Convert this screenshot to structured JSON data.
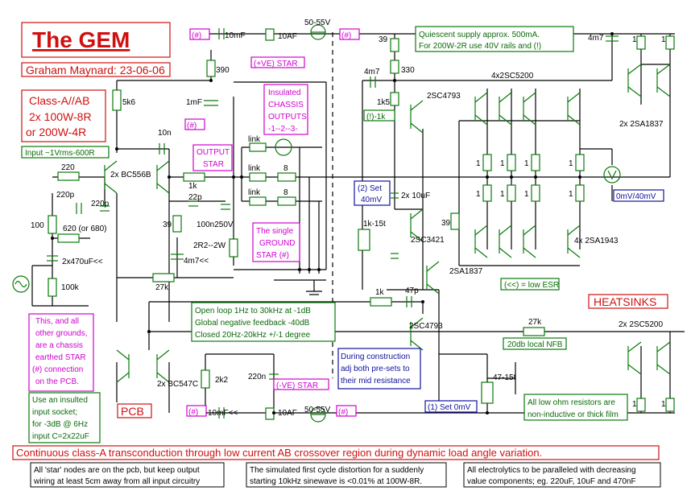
{
  "title": "The GEM",
  "author_line": "Graham Maynard: 23-06-06",
  "class_lines": [
    "Class-A//AB",
    "2x 100W-8R",
    "or 200W-4R"
  ],
  "input_note": "Input ~1Vrms-600R",
  "pcb_label": "PCB",
  "heatsinks_label": "HEATSINKS",
  "footer_banner": "Continuous class-A transconduction through low current AB crossover region during dynamic load angle variation.",
  "notes": {
    "quiescent": [
      "Quiescent supply approx. 500mA.",
      "For 200W-2R use 40V rails and (!)"
    ],
    "open_loop": [
      "Open loop 1Hz to 30kHz at -1dB",
      "Global negative feedback -40dB",
      "Closed 20Hz-20kHz +/-1 degree"
    ],
    "chassis_outputs": [
      "Insulated",
      "CHASSIS",
      "OUTPUTS",
      "-1--2--3-"
    ],
    "output_star": [
      "OUTPUT",
      "STAR"
    ],
    "ground_star": [
      "The single",
      "GROUND",
      "STAR (#)"
    ],
    "grounds": [
      "This, and all",
      "other grounds,",
      "are a chassis",
      "earthed STAR",
      "(#) connection",
      "on the PCB."
    ],
    "insulated_socket": [
      "Use an insulted",
      "input socket;",
      "for -3dB @ 6Hz",
      "input C=2x22uF"
    ],
    "construction": [
      "During construction",
      "adj both pre-sets to",
      "their mid resistance"
    ],
    "set40": [
      "(2) Set",
      "40mV"
    ],
    "set0": "(1) Set 0mV",
    "mv_meter": "0mV/40mV",
    "low_esr": "(<<) = low ESR",
    "local_nfb": "20db local NFB",
    "low_ohm": [
      "All low ohm resistors are",
      "non-inductive or thick film"
    ],
    "pos_star": "(+VE) STAR",
    "neg_star": "(-VE) STAR",
    "link_1k": "(!)-1k",
    "hash": "(#)"
  },
  "footnotes": [
    [
      "All 'star' nodes are on the pcb,  but keep output",
      "wiring at least 5cm away from all input circuitry"
    ],
    [
      "The simulated first cycle distortion for a suddenly",
      "starting 10kHz sinewave is  <0.01% at 100W-8R."
    ],
    [
      "All electrolytics to be paralleled with decreasing",
      "value components;  eg. 220uF, 10uF and 470nF"
    ]
  ],
  "labels": {
    "c10mf": "10mF",
    "f10af": "10AF",
    "v5055": "50-55V",
    "r39a": "39",
    "c4m7a": "4m7",
    "r1a": "1",
    "r1b": "1",
    "r390": "390",
    "c1mf": "1mF",
    "r5k6": "5k6",
    "c4m7b": "4m7",
    "r330": "330",
    "r1k5": "1k5",
    "q2sc4793a": "2SC4793",
    "q4x2sc5200": "4x2SC5200",
    "q2x2sa1837": "2x 2SA1837",
    "c10n": "10n",
    "link1": "link",
    "link2": "link",
    "link3": "link",
    "r8a": "8",
    "r8b": "8",
    "r220a": "220",
    "q2xbc556b": "2x BC556B",
    "r1k": "1k",
    "c220pa": "220p",
    "c220pb": "220p",
    "c22p": "22p",
    "r100": "100",
    "r620": "620 (or 680)",
    "r39b": "39",
    "c100n": "100n250V",
    "r2r2": "2R2--2W",
    "c2x470": "2x470uF<<",
    "r100k": "100k",
    "c4m7c": "4m7<<",
    "r27ka": "27k",
    "c2x10u": "2x 10uF",
    "p1k15t": "1k-15t",
    "r39c": "39",
    "q2sc3421": "2SC3421",
    "q2sa1837": "2SA1837",
    "q4x2sa1943": "4x 2SA1943",
    "r1c": "1",
    "r1d": "1",
    "r1e": "1",
    "r1f": "1",
    "r1g": "1",
    "r1h": "1",
    "r1i": "1",
    "r1j": "1",
    "r1k_b": "1k",
    "c47p": "47p",
    "q2sc4793b": "2SC4793",
    "r27kb": "27k",
    "q2x2sc5200": "2x 2SC5200",
    "q2xbc547c": "2x BC547C",
    "r2k2": "2k2",
    "c220n": "220n",
    "c10mfb": "10mF<<",
    "f10afb": "10AF",
    "v5055b": "50-55V",
    "p4715t": "47-15t",
    "r1k_c": "1",
    "r1k_d": "1"
  },
  "colors": {
    "title_red": "#d01010",
    "green": "#0a7a0a",
    "blue": "#1010a0",
    "magenta": "#d000d0"
  }
}
